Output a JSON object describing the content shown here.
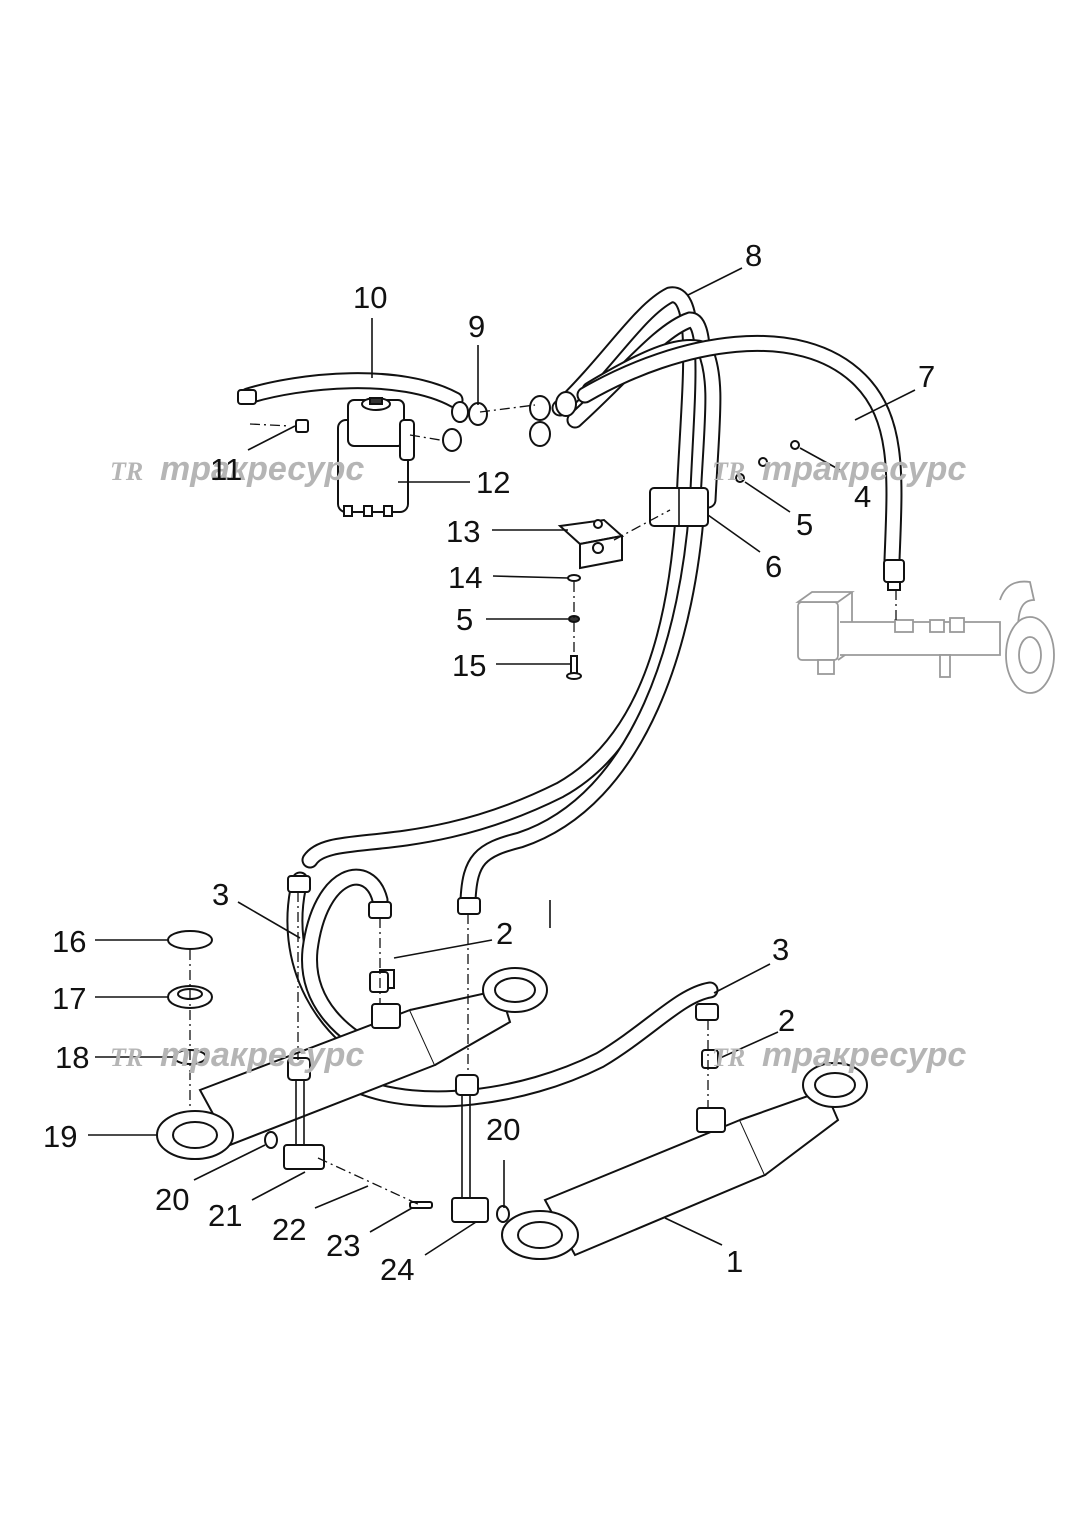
{
  "diagram": {
    "callouts": [
      {
        "id": "c1",
        "label": "1"
      },
      {
        "id": "c2a",
        "label": "2"
      },
      {
        "id": "c2b",
        "label": "2"
      },
      {
        "id": "c3a",
        "label": "3"
      },
      {
        "id": "c3b",
        "label": "3"
      },
      {
        "id": "c4",
        "label": "4"
      },
      {
        "id": "c5a",
        "label": "5"
      },
      {
        "id": "c5b",
        "label": "5"
      },
      {
        "id": "c6",
        "label": "6"
      },
      {
        "id": "c7",
        "label": "7"
      },
      {
        "id": "c8",
        "label": "8"
      },
      {
        "id": "c9",
        "label": "9"
      },
      {
        "id": "c10",
        "label": "10"
      },
      {
        "id": "c11",
        "label": "11"
      },
      {
        "id": "c12",
        "label": "12"
      },
      {
        "id": "c13",
        "label": "13"
      },
      {
        "id": "c14",
        "label": "14"
      },
      {
        "id": "c15",
        "label": "15"
      },
      {
        "id": "c16",
        "label": "16"
      },
      {
        "id": "c17",
        "label": "17"
      },
      {
        "id": "c18",
        "label": "18"
      },
      {
        "id": "c19",
        "label": "19"
      },
      {
        "id": "c20a",
        "label": "20"
      },
      {
        "id": "c20b",
        "label": "20"
      },
      {
        "id": "c21",
        "label": "21"
      },
      {
        "id": "c22",
        "label": "22"
      },
      {
        "id": "c23",
        "label": "23"
      },
      {
        "id": "c24",
        "label": "24"
      }
    ],
    "watermark": {
      "logo": "TR",
      "text": "тракресурс",
      "color": "#b5b5b5"
    }
  }
}
